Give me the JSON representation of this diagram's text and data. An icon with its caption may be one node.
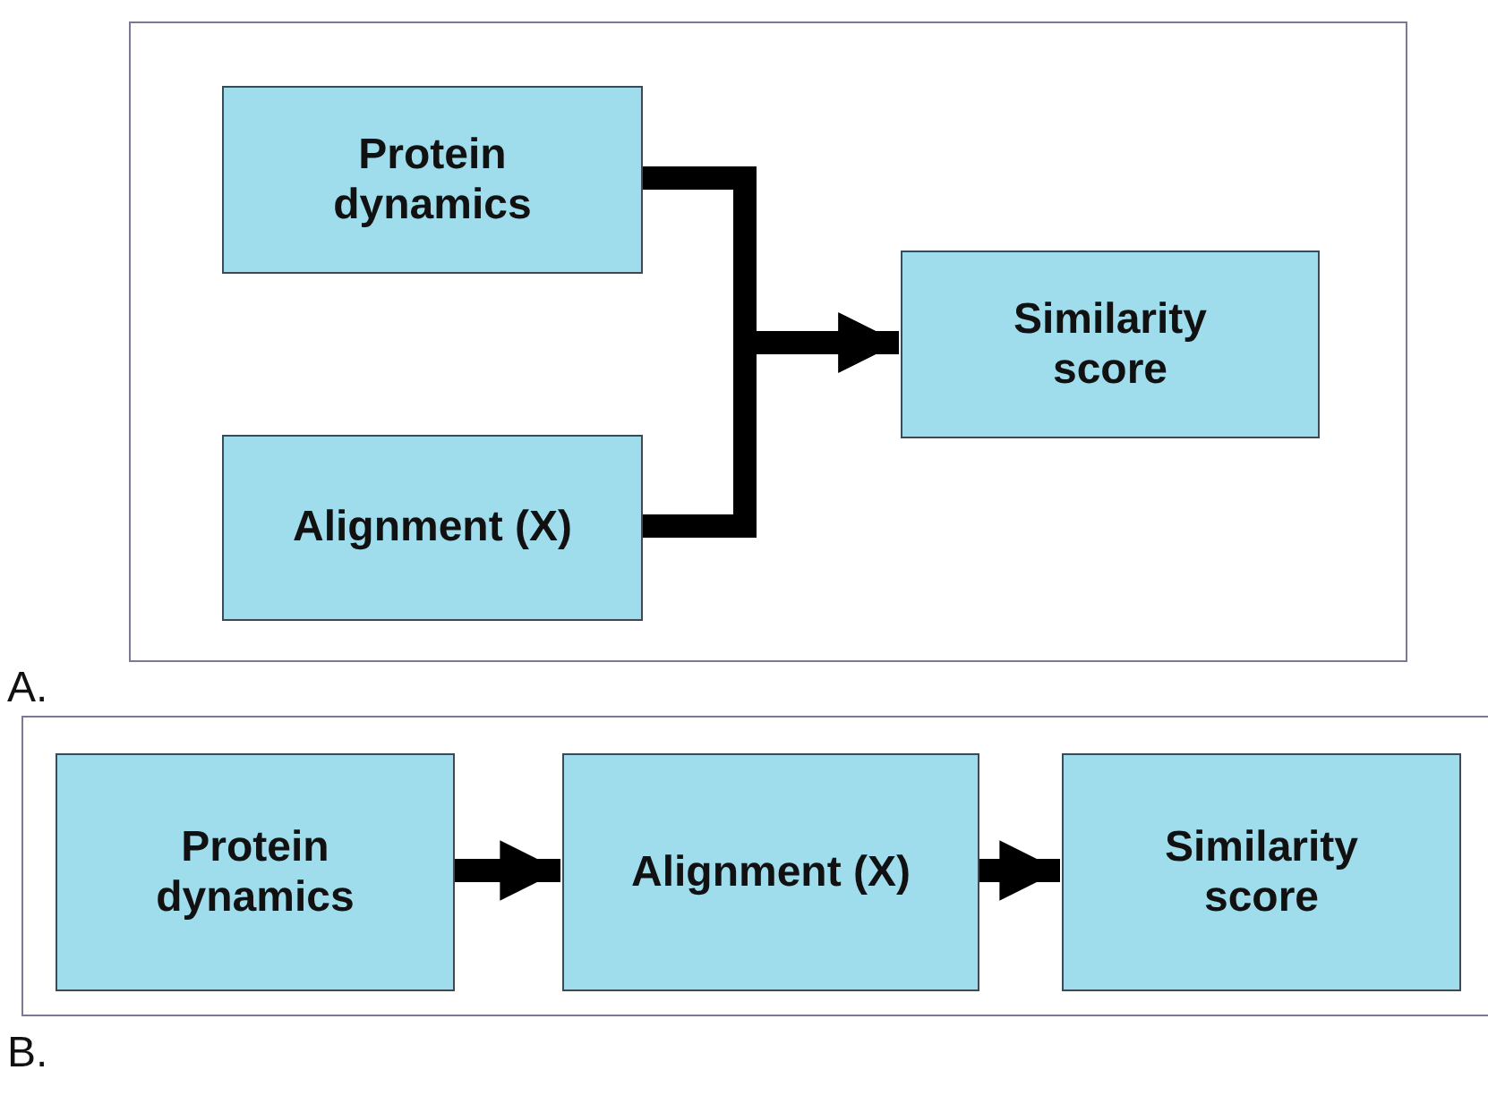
{
  "diagram": {
    "nodes": [
      {
        "text": [],
        "shape": "box"
      },
      {
        "text": [
          "Protein dynamics"
        ],
        "in": 0
      },
      {
        "text": [
          "Alignment (X)"
        ],
        "in": 0
      },
      {
        "text": [
          "Similarity score"
        ],
        "in": 0
      },
      {
        "text": [],
        "shape": "box"
      },
      {
        "text": [
          "Protein dynamics"
        ],
        "in": 4
      },
      {
        "text": [
          "Alignment (X)"
        ],
        "in": 4
      },
      {
        "text": [
          "Similarity score"
        ],
        "in": 4
      }
    ],
    "edges": [
      {
        "from": 1,
        "to": 3,
        "arrow": "to"
      },
      {
        "from": 2,
        "to": 3,
        "arrow": "to"
      },
      {
        "from": 5,
        "to": 6,
        "arrow": "to"
      },
      {
        "from": 6,
        "to": 7,
        "arrow": "to"
      }
    ],
    "labels": [
      "A.",
      "B."
    ]
  }
}
